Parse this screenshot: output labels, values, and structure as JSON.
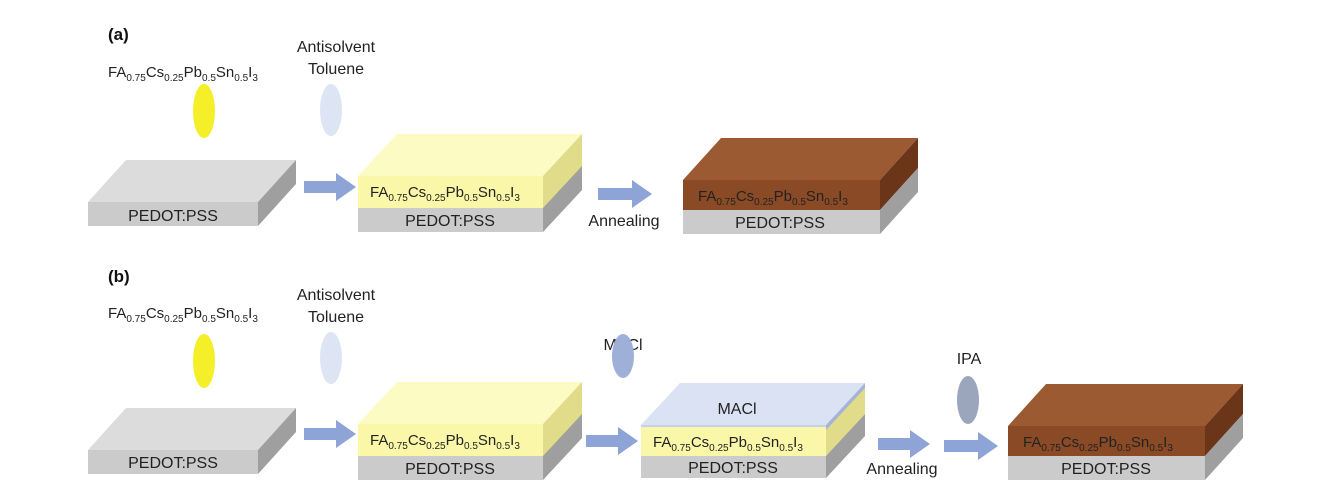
{
  "panel_a": {
    "label": "(a)",
    "precursor": {
      "formula": [
        [
          "FA",
          ""
        ],
        [
          "0.75",
          "sub"
        ],
        [
          "Cs",
          ""
        ],
        [
          "0.25",
          "sub"
        ],
        [
          "Pb",
          ""
        ],
        [
          "0.5",
          "sub"
        ],
        [
          "Sn",
          ""
        ],
        [
          "0.5",
          "sub"
        ],
        [
          "I",
          ""
        ],
        [
          "3",
          "sub"
        ]
      ]
    },
    "antisolvent": {
      "line1": "Antisolvent",
      "line2": "Toluene"
    },
    "stack1": {
      "base": "PEDOT:PSS"
    },
    "stack2": {
      "base": "PEDOT:PSS"
    },
    "annealing": "Annealing",
    "stack3": {
      "base": "PEDOT:PSS"
    }
  },
  "panel_b": {
    "label": "(b)",
    "antisolvent": {
      "line1": "Antisolvent",
      "line2": "Toluene"
    },
    "maci_drop": "MACl",
    "stack1": {
      "base": "PEDOT:PSS"
    },
    "stack2": {
      "base": "PEDOT:PSS"
    },
    "stack3": {
      "top": "MACl",
      "base": "PEDOT:PSS"
    },
    "annealing": "Annealing",
    "ipa": "IPA",
    "stack4": {
      "base": "PEDOT:PSS"
    }
  },
  "colors": {
    "substrate": "#cfcfcf",
    "perovskite_wet": "#fbf7a8",
    "perovskite_annealed": "#8a4a26",
    "macl_layer": "#c5d0ea",
    "arrow": "#8ea3d6",
    "drop_precursor": "#f5ef2a",
    "drop_toluene": "#dde4f3",
    "drop_macl": "#9fb0d8",
    "drop_ipa": "#9ba6bd"
  }
}
